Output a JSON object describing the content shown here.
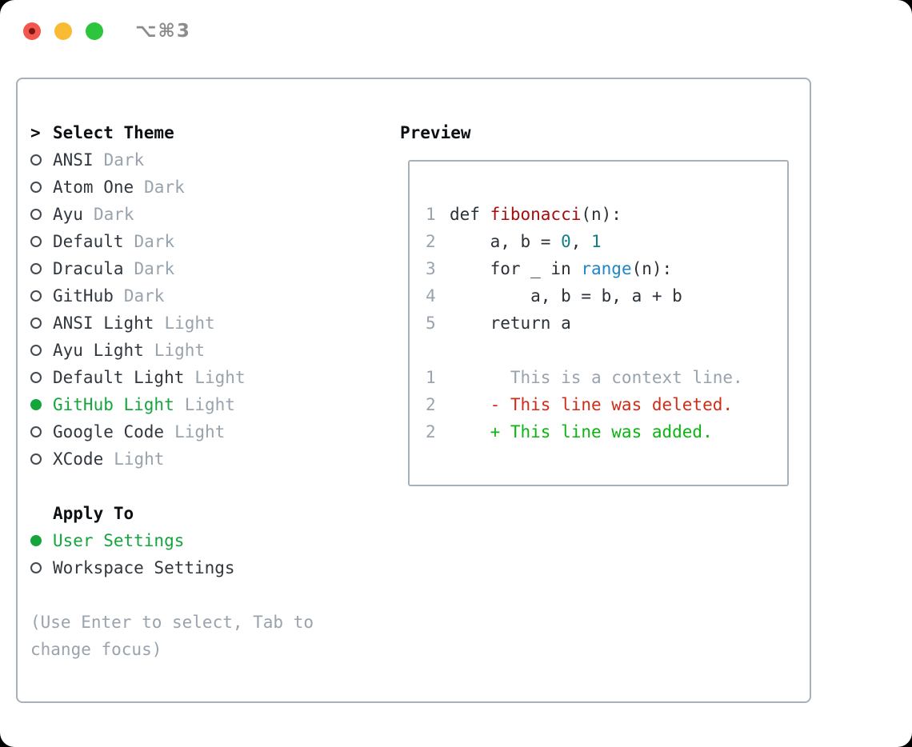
{
  "titlebar": {
    "shortcut": "⌥⌘3",
    "traffic_lights": [
      "close",
      "minimize",
      "zoom"
    ]
  },
  "theme_picker": {
    "header_prefix": ">",
    "header": "Select Theme",
    "items": [
      {
        "name": "ANSI",
        "tag": "Dark",
        "selected": false
      },
      {
        "name": "Atom One",
        "tag": "Dark",
        "selected": false
      },
      {
        "name": "Ayu",
        "tag": "Dark",
        "selected": false
      },
      {
        "name": "Default",
        "tag": "Dark",
        "selected": false
      },
      {
        "name": "Dracula",
        "tag": "Dark",
        "selected": false
      },
      {
        "name": "GitHub",
        "tag": "Dark",
        "selected": false
      },
      {
        "name": "ANSI Light",
        "tag": "Light",
        "selected": false
      },
      {
        "name": "Ayu Light",
        "tag": "Light",
        "selected": false
      },
      {
        "name": "Default Light",
        "tag": "Light",
        "selected": false
      },
      {
        "name": "GitHub Light",
        "tag": "Light",
        "selected": true
      },
      {
        "name": "Google Code",
        "tag": "Light",
        "selected": false
      },
      {
        "name": "XCode",
        "tag": "Light",
        "selected": false
      }
    ],
    "apply_to": {
      "header": "Apply To",
      "options": [
        {
          "name": "User Settings",
          "selected": true
        },
        {
          "name": "Workspace Settings",
          "selected": false
        }
      ]
    },
    "hint_lines": [
      "(Use Enter to select, Tab to",
      "change focus)"
    ]
  },
  "preview": {
    "title": "Preview",
    "code_lines": [
      {
        "num": "1",
        "segments": [
          {
            "t": "def ",
            "c": "default"
          },
          {
            "t": "fibonacci",
            "c": "function"
          },
          {
            "t": "(n):",
            "c": "default"
          }
        ]
      },
      {
        "num": "2",
        "segments": [
          {
            "t": "    a, b = ",
            "c": "default"
          },
          {
            "t": "0",
            "c": "number"
          },
          {
            "t": ", ",
            "c": "default"
          },
          {
            "t": "1",
            "c": "number"
          }
        ]
      },
      {
        "num": "3",
        "segments": [
          {
            "t": "    for _ in ",
            "c": "default"
          },
          {
            "t": "range",
            "c": "builtin"
          },
          {
            "t": "(n):",
            "c": "default"
          }
        ]
      },
      {
        "num": "4",
        "segments": [
          {
            "t": "        a, b = b, a + b",
            "c": "default"
          }
        ]
      },
      {
        "num": "5",
        "segments": [
          {
            "t": "    return a",
            "c": "default"
          }
        ]
      },
      {
        "num": "",
        "segments": []
      },
      {
        "num": "1",
        "segments": [
          {
            "t": "      This is a context line.",
            "c": "muted"
          }
        ]
      },
      {
        "num": "2",
        "segments": [
          {
            "t": "    - This line was deleted.",
            "c": "deleted"
          }
        ]
      },
      {
        "num": "2",
        "segments": [
          {
            "t": "    + This line was added.",
            "c": "added"
          }
        ]
      }
    ]
  },
  "colors": {
    "accent_green": "#14a53c",
    "diff_added_green": "#0bb410",
    "diff_deleted_red": "#cf2d18",
    "syntax_function_red": "#a60d0d",
    "syntax_number_teal": "#0e7f87",
    "syntax_builtin_blue": "#1e86c8",
    "muted_gray": "#99a3ad",
    "border_gray": "#a8b0ba",
    "traffic_red": "#f1564f",
    "traffic_yellow": "#f9bb33",
    "traffic_green": "#2dc53e"
  }
}
